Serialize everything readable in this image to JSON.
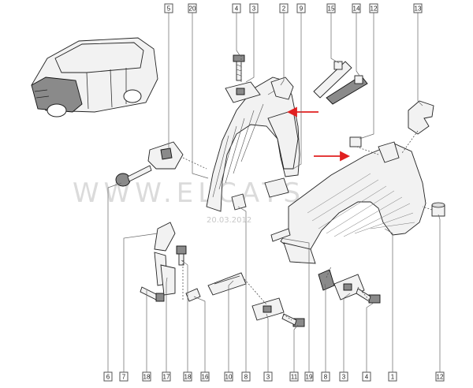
{
  "watermark": {
    "text": "WWW.ELCATS.RU",
    "date": "20.03.2012"
  },
  "colors": {
    "arrow": "#e02020",
    "line": "#222222"
  },
  "top_callouts": [
    "5",
    "20",
    "4",
    "3",
    "2",
    "9",
    "15",
    "14",
    "12",
    "13"
  ],
  "bottom_callouts": [
    "6",
    "7",
    "18",
    "17",
    "18",
    "16",
    "10",
    "8",
    "3",
    "11",
    "19",
    "8",
    "3",
    "4",
    "1",
    "12"
  ],
  "parts": [
    "car-thumbnail",
    "fender-liner-front",
    "fender-liner-rear",
    "front-fender",
    "screw-top",
    "bracket-top",
    "clip-strip-15",
    "clip-strip-14",
    "rubber-seal-13",
    "nut-12",
    "bracket-5",
    "bolt-6",
    "bracket-7",
    "bolt-18",
    "bracket-17",
    "bolt-18b",
    "bracket-16",
    "clip-10",
    "bracket-3a",
    "bolt-11",
    "bracket-3b",
    "bolt-4",
    "insert-19",
    "clip-8"
  ]
}
